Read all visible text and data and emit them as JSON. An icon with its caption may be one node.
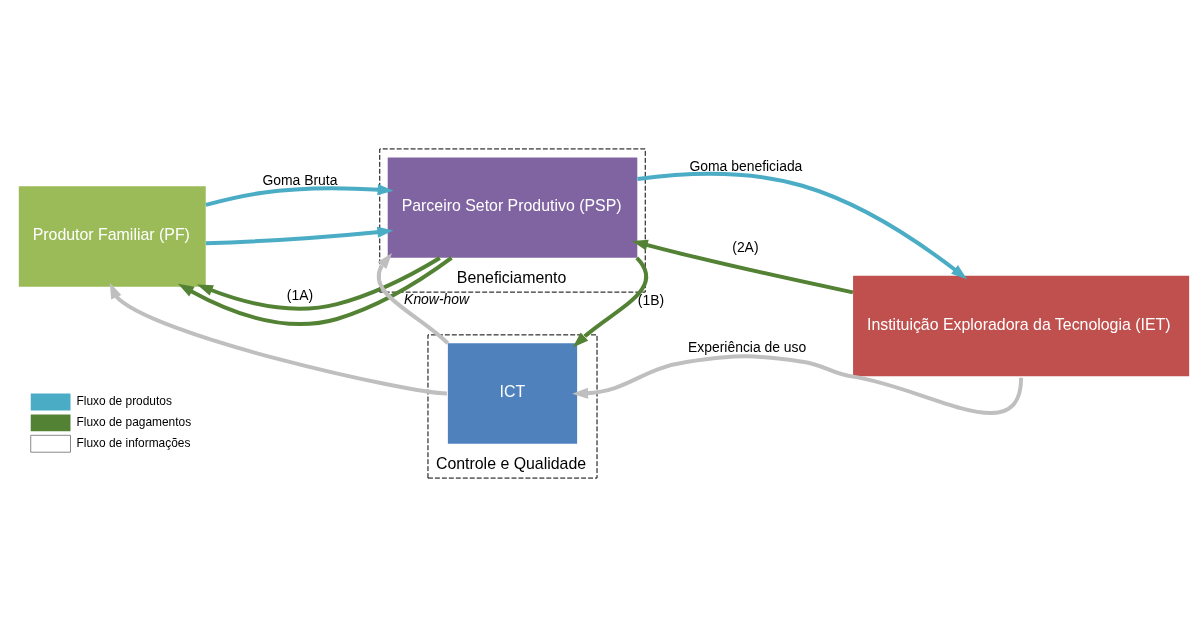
{
  "diagram": {
    "nodes": [
      {
        "text": [
          "Produtor Familiar (PF)"
        ]
      },
      {
        "text": [
          "Beneficiamento"
        ]
      },
      {
        "text": [
          "Parceiro Setor Produtivo (PSP)"
        ],
        "in": 1
      },
      {
        "text": [
          "Instituição Exploradora da Tecnologia (IET)"
        ]
      },
      {
        "text": [
          "Controle e Qualidade"
        ]
      },
      {
        "text": [
          "ICT"
        ],
        "in": 4
      }
    ],
    "edges": [
      {
        "from": 2,
        "to": 0,
        "arrow": "to",
        "label": "(1A)"
      },
      {
        "from": 2,
        "to": 0,
        "arrow": "to"
      },
      {
        "from": 0,
        "to": 2,
        "arrow": "to",
        "label": "Goma Bruta",
        "color": "#4bacc6"
      },
      {
        "from": 0,
        "to": 2,
        "arrow": "to",
        "color": "#4bacc6"
      },
      {
        "from": 3,
        "to": 2,
        "arrow": "to",
        "label": "(2A)"
      },
      {
        "from": 2,
        "to": 3,
        "arrow": "to",
        "label": "Goma beneficiada",
        "color": "#4bacc6"
      },
      {
        "from": 2,
        "to": 5,
        "arrow": "to",
        "label": "(1B)"
      },
      {
        "from": 5,
        "to": 0,
        "arrow": "to",
        "color": "#bfbfbf"
      },
      {
        "from": 5,
        "to": 2,
        "arrow": "to",
        "label": "*Know-how*",
        "color": "#bfbfbf"
      },
      {
        "from": 3,
        "to": 5,
        "arrow": "to",
        "label": "Experiência de uso",
        "color": "#bfbfbf"
      }
    ],
    "legend": [
      {
        "text": "Fluxo de produtos",
        "color": "#4bacc6"
      },
      {
        "text": "Fluxo de pagamentos",
        "color": "#548235"
      },
      {
        "text": "Fluxo de informações"
      }
    ]
  }
}
